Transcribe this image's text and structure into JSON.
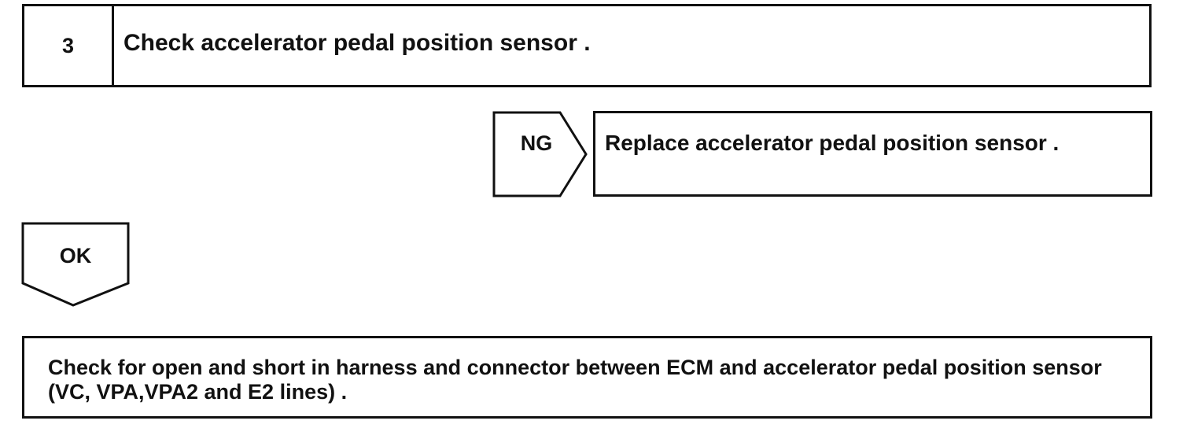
{
  "step": {
    "number": "3",
    "title": "Check accelerator pedal position sensor ."
  },
  "branch_ng": {
    "label": "NG",
    "action": "Replace accelerator pedal position sensor ."
  },
  "branch_ok": {
    "label": "OK"
  },
  "next_step": {
    "text": "Check for open and short in harness and connector between ECM and accelerator pedal position sensor (VC, VPA,VPA2 and E2 lines) ."
  }
}
